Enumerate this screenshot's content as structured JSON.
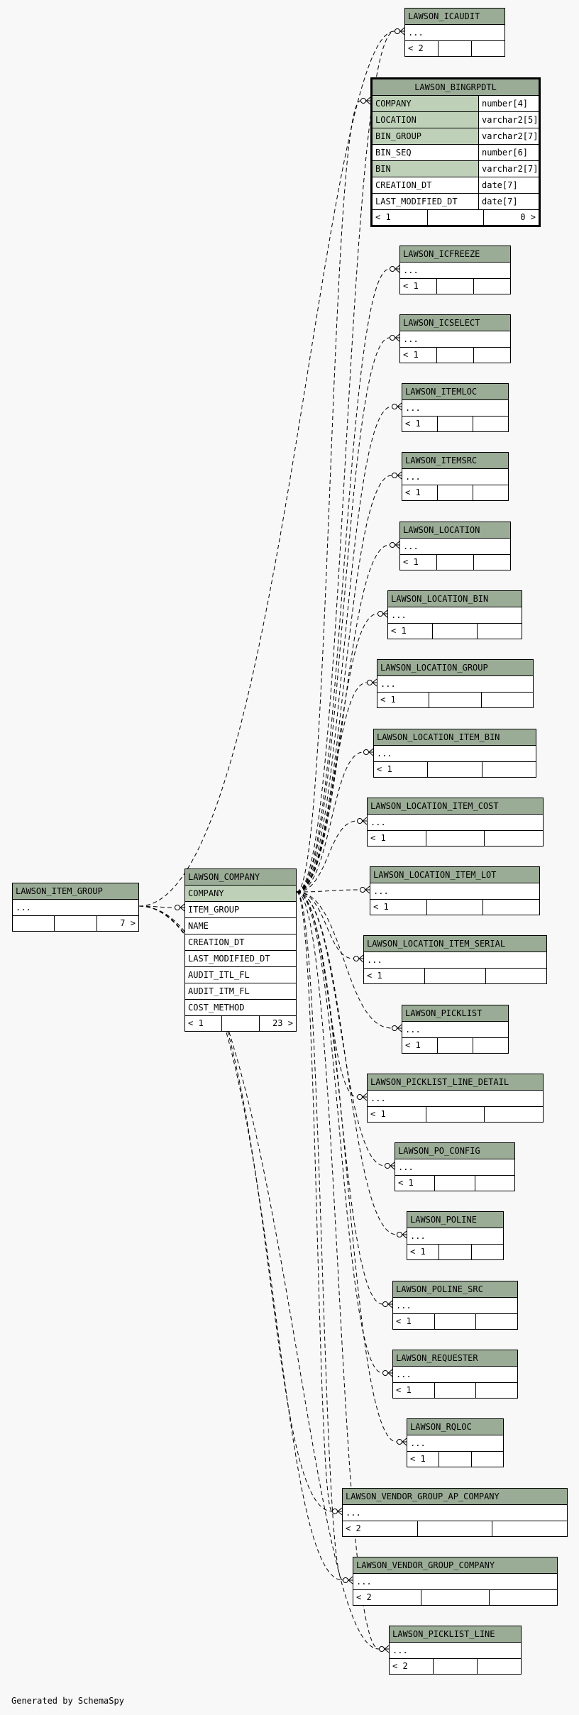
{
  "colors": {
    "header": "#9aab96",
    "key_row": "#bed1b8",
    "background": "#f8f8f8"
  },
  "footer_text": "Generated by SchemaSpy",
  "tables": [
    {
      "id": "icaudit",
      "name": "LAWSON_ICAUDIT",
      "rows": [
        {
          "name": "..."
        }
      ],
      "parents": "< 2",
      "children": ""
    },
    {
      "id": "bingrpdtl",
      "name": "LAWSON_BINGRPDTL",
      "focus": true,
      "rows": [
        {
          "name": "COMPANY",
          "type": "number[4]",
          "key": true
        },
        {
          "name": "LOCATION",
          "type": "varchar2[5]",
          "key": true
        },
        {
          "name": "BIN_GROUP",
          "type": "varchar2[7]",
          "key": true
        },
        {
          "name": "BIN_SEQ",
          "type": "number[6]"
        },
        {
          "name": "BIN",
          "type": "varchar2[7]",
          "key": true
        },
        {
          "name": "CREATION_DT",
          "type": "date[7]"
        },
        {
          "name": "LAST_MODIFIED_DT",
          "type": "date[7]"
        }
      ],
      "parents": "< 1",
      "children": "0 >"
    },
    {
      "id": "icfreeze",
      "name": "LAWSON_ICFREEZE",
      "rows": [
        {
          "name": "..."
        }
      ],
      "parents": "< 1",
      "children": ""
    },
    {
      "id": "icselect",
      "name": "LAWSON_ICSELECT",
      "rows": [
        {
          "name": "..."
        }
      ],
      "parents": "< 1",
      "children": ""
    },
    {
      "id": "itemloc",
      "name": "LAWSON_ITEMLOC",
      "rows": [
        {
          "name": "..."
        }
      ],
      "parents": "< 1",
      "children": ""
    },
    {
      "id": "itemsrc",
      "name": "LAWSON_ITEMSRC",
      "rows": [
        {
          "name": "..."
        }
      ],
      "parents": "< 1",
      "children": ""
    },
    {
      "id": "location",
      "name": "LAWSON_LOCATION",
      "rows": [
        {
          "name": "..."
        }
      ],
      "parents": "< 1",
      "children": ""
    },
    {
      "id": "location_bin",
      "name": "LAWSON_LOCATION_BIN",
      "rows": [
        {
          "name": "..."
        }
      ],
      "parents": "< 1",
      "children": ""
    },
    {
      "id": "location_group",
      "name": "LAWSON_LOCATION_GROUP",
      "rows": [
        {
          "name": "..."
        }
      ],
      "parents": "< 1",
      "children": ""
    },
    {
      "id": "location_item_bin",
      "name": "LAWSON_LOCATION_ITEM_BIN",
      "rows": [
        {
          "name": "..."
        }
      ],
      "parents": "< 1",
      "children": ""
    },
    {
      "id": "location_item_cost",
      "name": "LAWSON_LOCATION_ITEM_COST",
      "rows": [
        {
          "name": "..."
        }
      ],
      "parents": "< 1",
      "children": ""
    },
    {
      "id": "location_item_lot",
      "name": "LAWSON_LOCATION_ITEM_LOT",
      "rows": [
        {
          "name": "..."
        }
      ],
      "parents": "< 1",
      "children": ""
    },
    {
      "id": "location_item_serial",
      "name": "LAWSON_LOCATION_ITEM_SERIAL",
      "rows": [
        {
          "name": "..."
        }
      ],
      "parents": "< 1",
      "children": ""
    },
    {
      "id": "picklist",
      "name": "LAWSON_PICKLIST",
      "rows": [
        {
          "name": "..."
        }
      ],
      "parents": "< 1",
      "children": ""
    },
    {
      "id": "picklist_line_detail",
      "name": "LAWSON_PICKLIST_LINE_DETAIL",
      "rows": [
        {
          "name": "..."
        }
      ],
      "parents": "< 1",
      "children": ""
    },
    {
      "id": "po_config",
      "name": "LAWSON_PO_CONFIG",
      "rows": [
        {
          "name": "..."
        }
      ],
      "parents": "< 1",
      "children": ""
    },
    {
      "id": "poline",
      "name": "LAWSON_POLINE",
      "rows": [
        {
          "name": "..."
        }
      ],
      "parents": "< 1",
      "children": ""
    },
    {
      "id": "poline_src",
      "name": "LAWSON_POLINE_SRC",
      "rows": [
        {
          "name": "..."
        }
      ],
      "parents": "< 1",
      "children": ""
    },
    {
      "id": "requester",
      "name": "LAWSON_REQUESTER",
      "rows": [
        {
          "name": "..."
        }
      ],
      "parents": "< 1",
      "children": ""
    },
    {
      "id": "rqloc",
      "name": "LAWSON_RQLOC",
      "rows": [
        {
          "name": "..."
        }
      ],
      "parents": "< 1",
      "children": ""
    },
    {
      "id": "vendor_group_ap_company",
      "name": "LAWSON_VENDOR_GROUP_AP_COMPANY",
      "rows": [
        {
          "name": "..."
        }
      ],
      "parents": "< 2",
      "children": ""
    },
    {
      "id": "vendor_group_company",
      "name": "LAWSON_VENDOR_GROUP_COMPANY",
      "rows": [
        {
          "name": "..."
        }
      ],
      "parents": "< 2",
      "children": ""
    },
    {
      "id": "picklist_line",
      "name": "LAWSON_PICKLIST_LINE",
      "rows": [
        {
          "name": "..."
        }
      ],
      "parents": "< 2",
      "children": ""
    },
    {
      "id": "item_group",
      "name": "LAWSON_ITEM_GROUP",
      "rows": [
        {
          "name": "..."
        }
      ],
      "parents": "",
      "children": "7 >"
    },
    {
      "id": "company",
      "name": "LAWSON_COMPANY",
      "rows": [
        {
          "name": "COMPANY",
          "key": true
        },
        {
          "name": "ITEM_GROUP"
        },
        {
          "name": "NAME"
        },
        {
          "name": "CREATION_DT"
        },
        {
          "name": "LAST_MODIFIED_DT"
        },
        {
          "name": "AUDIT_ITL_FL"
        },
        {
          "name": "AUDIT_ITM_FL"
        },
        {
          "name": "COST_METHOD"
        }
      ],
      "parents": "< 1",
      "children": "23 >"
    }
  ]
}
